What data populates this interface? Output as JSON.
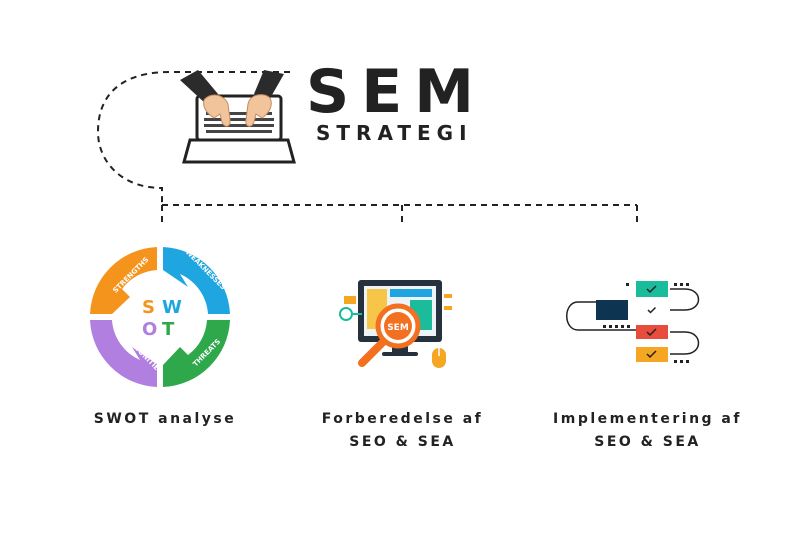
{
  "header": {
    "title": "SEM",
    "subtitle": "STRATEGI"
  },
  "swot": {
    "quadrants": [
      "STRENGTHS",
      "WEAKNESSES",
      "THREATS",
      "OPPORTUNITIES"
    ],
    "letters": [
      "S",
      "W",
      "O",
      "T"
    ],
    "caption": "SWOT analyse"
  },
  "prep": {
    "badge": "SEM",
    "caption_line1": "Forberedelse af",
    "caption_line2": "SEO & SEA"
  },
  "impl": {
    "caption_line1": "Implementering af",
    "caption_line2": "SEO & SEA"
  },
  "colors": {
    "text": "#222222",
    "swot_orange": "#f5941d",
    "swot_blue": "#1fa6e0",
    "swot_green": "#2ea84a",
    "swot_purple": "#b07fe0",
    "monitor": "#25323d",
    "lens": "#f37021",
    "teal": "#1abc9c",
    "red": "#e74c3c",
    "yellow": "#f5a623",
    "navy": "#0d3450"
  }
}
